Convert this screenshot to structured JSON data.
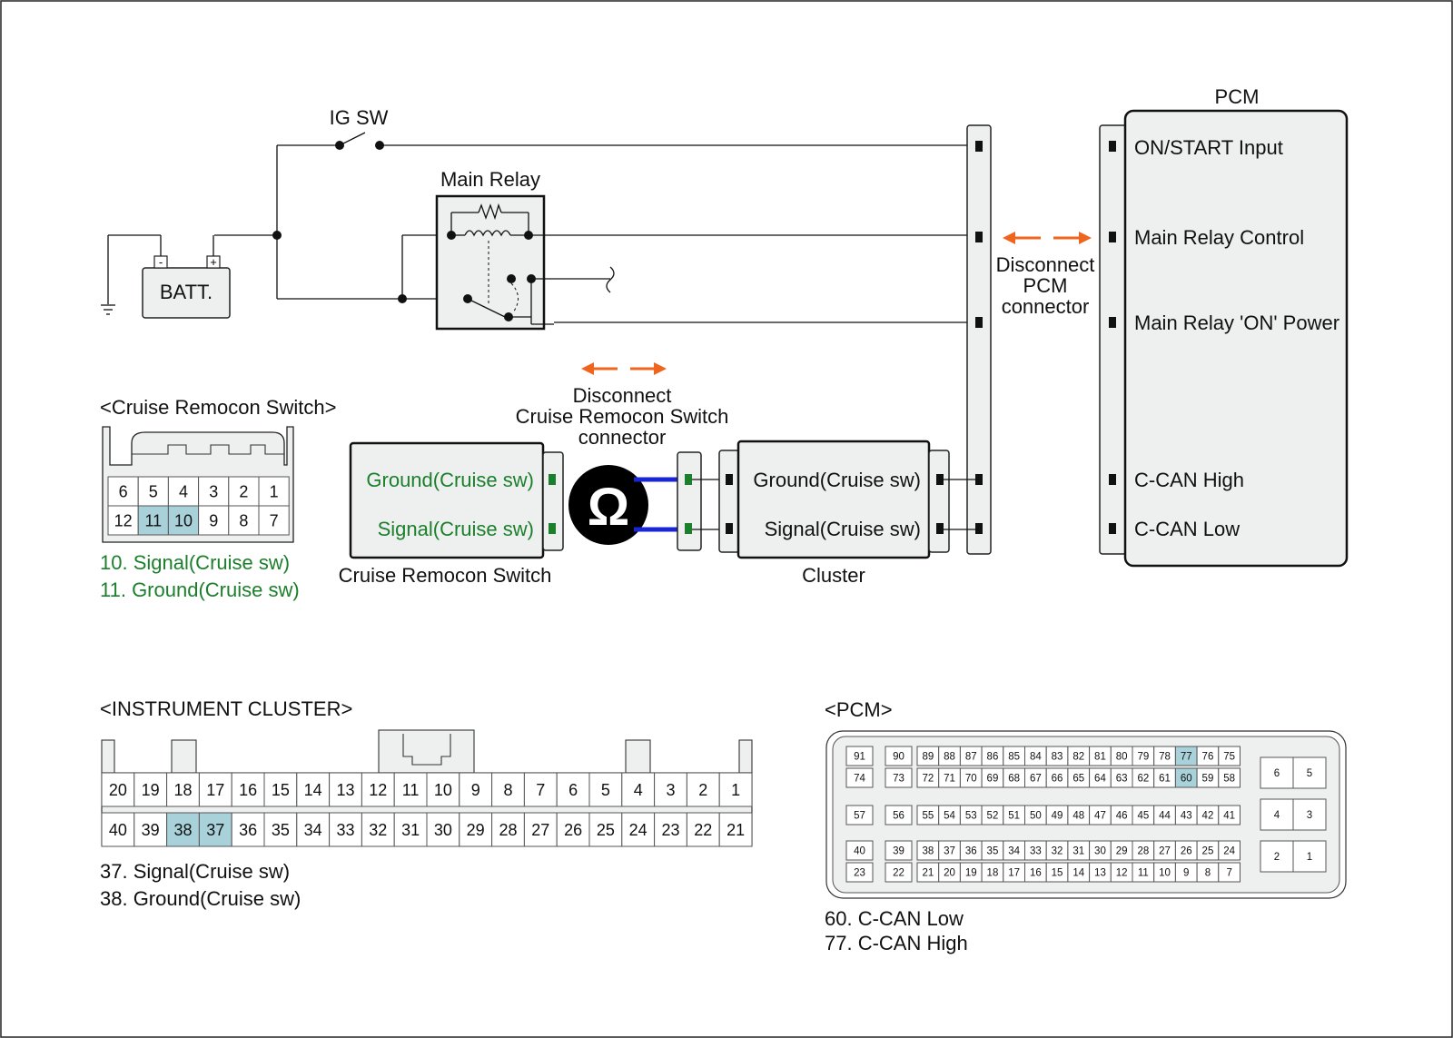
{
  "labels": {
    "ig_sw": "IG SW",
    "main_relay": "Main Relay",
    "batt": "BATT.",
    "pcm_title": "PCM",
    "disconnect_pcm_1": "Disconnect",
    "disconnect_pcm_2": "PCM",
    "disconnect_pcm_3": "connector",
    "disconnect_sw_1": "Disconnect",
    "disconnect_sw_2": "Cruise Remocon Switch",
    "disconnect_sw_3": "connector",
    "cruise_switch_caption": "Cruise Remocon Switch",
    "cluster_caption": "Cluster",
    "ohm_symbol": "Ω",
    "batt_minus": "-",
    "batt_plus": "+"
  },
  "pcm_pins": [
    "ON/START Input",
    "Main Relay Control",
    "Main Relay 'ON' Power",
    "C-CAN High",
    "C-CAN Low"
  ],
  "switch_terminals": [
    "Ground(Cruise sw)",
    "Signal(Cruise sw)"
  ],
  "cluster_terminals": [
    "Ground(Cruise sw)",
    "Signal(Cruise sw)"
  ],
  "cruise_connector": {
    "title": "<Cruise Remocon Switch>",
    "row1": [
      "6",
      "5",
      "4",
      "3",
      "2",
      "1"
    ],
    "row2": [
      "12",
      "11",
      "10",
      "9",
      "8",
      "7"
    ],
    "highlighted": [
      "11",
      "10"
    ],
    "notes": [
      "10. Signal(Cruise sw)",
      "11. Ground(Cruise sw)"
    ]
  },
  "cluster_connector": {
    "title": "<INSTRUMENT CLUSTER>",
    "row1": [
      "20",
      "19",
      "18",
      "17",
      "16",
      "15",
      "14",
      "13",
      "12",
      "11",
      "10",
      "9",
      "8",
      "7",
      "6",
      "5",
      "4",
      "3",
      "2",
      "1"
    ],
    "row2": [
      "40",
      "39",
      "38",
      "37",
      "36",
      "35",
      "34",
      "33",
      "32",
      "31",
      "30",
      "29",
      "28",
      "27",
      "26",
      "25",
      "24",
      "23",
      "22",
      "21"
    ],
    "highlighted": [
      "38",
      "37"
    ],
    "notes": [
      "37. Signal(Cruise sw)",
      "38. Ground(Cruise sw)"
    ]
  },
  "pcm_connector": {
    "title": "<PCM>",
    "group1": [
      [
        "91",
        "74"
      ],
      [
        "90",
        "73"
      ]
    ],
    "row_a": [
      "89",
      "88",
      "87",
      "86",
      "85",
      "84",
      "83",
      "82",
      "81",
      "80",
      "79",
      "78",
      "77",
      "76",
      "75"
    ],
    "row_b": [
      "72",
      "71",
      "70",
      "69",
      "68",
      "67",
      "66",
      "65",
      "64",
      "63",
      "62",
      "61",
      "60",
      "59",
      "58"
    ],
    "group2": [
      "57",
      "56"
    ],
    "row_c": [
      "55",
      "54",
      "53",
      "52",
      "51",
      "50",
      "49",
      "48",
      "47",
      "46",
      "45",
      "44",
      "43",
      "42",
      "41"
    ],
    "group3": [
      [
        "40",
        "23"
      ],
      [
        "39",
        "22"
      ]
    ],
    "row_d": [
      "38",
      "37",
      "36",
      "35",
      "34",
      "33",
      "32",
      "31",
      "30",
      "29",
      "28",
      "27",
      "26",
      "25",
      "24"
    ],
    "row_e": [
      "21",
      "20",
      "19",
      "18",
      "17",
      "16",
      "15",
      "14",
      "13",
      "12",
      "11",
      "10",
      "9",
      "8",
      "7"
    ],
    "side_pairs": [
      [
        "6",
        "5"
      ],
      [
        "4",
        "3"
      ],
      [
        "2",
        "1"
      ]
    ],
    "highlighted": [
      "77",
      "60"
    ],
    "notes": [
      "60. C-CAN Low",
      "77. C-CAN High"
    ]
  },
  "colors": {
    "highlight": "#a9d1da",
    "terminal_green": "#1b7f2b",
    "arrow_orange": "#f0651e",
    "probe_blue": "#1a26d6"
  }
}
